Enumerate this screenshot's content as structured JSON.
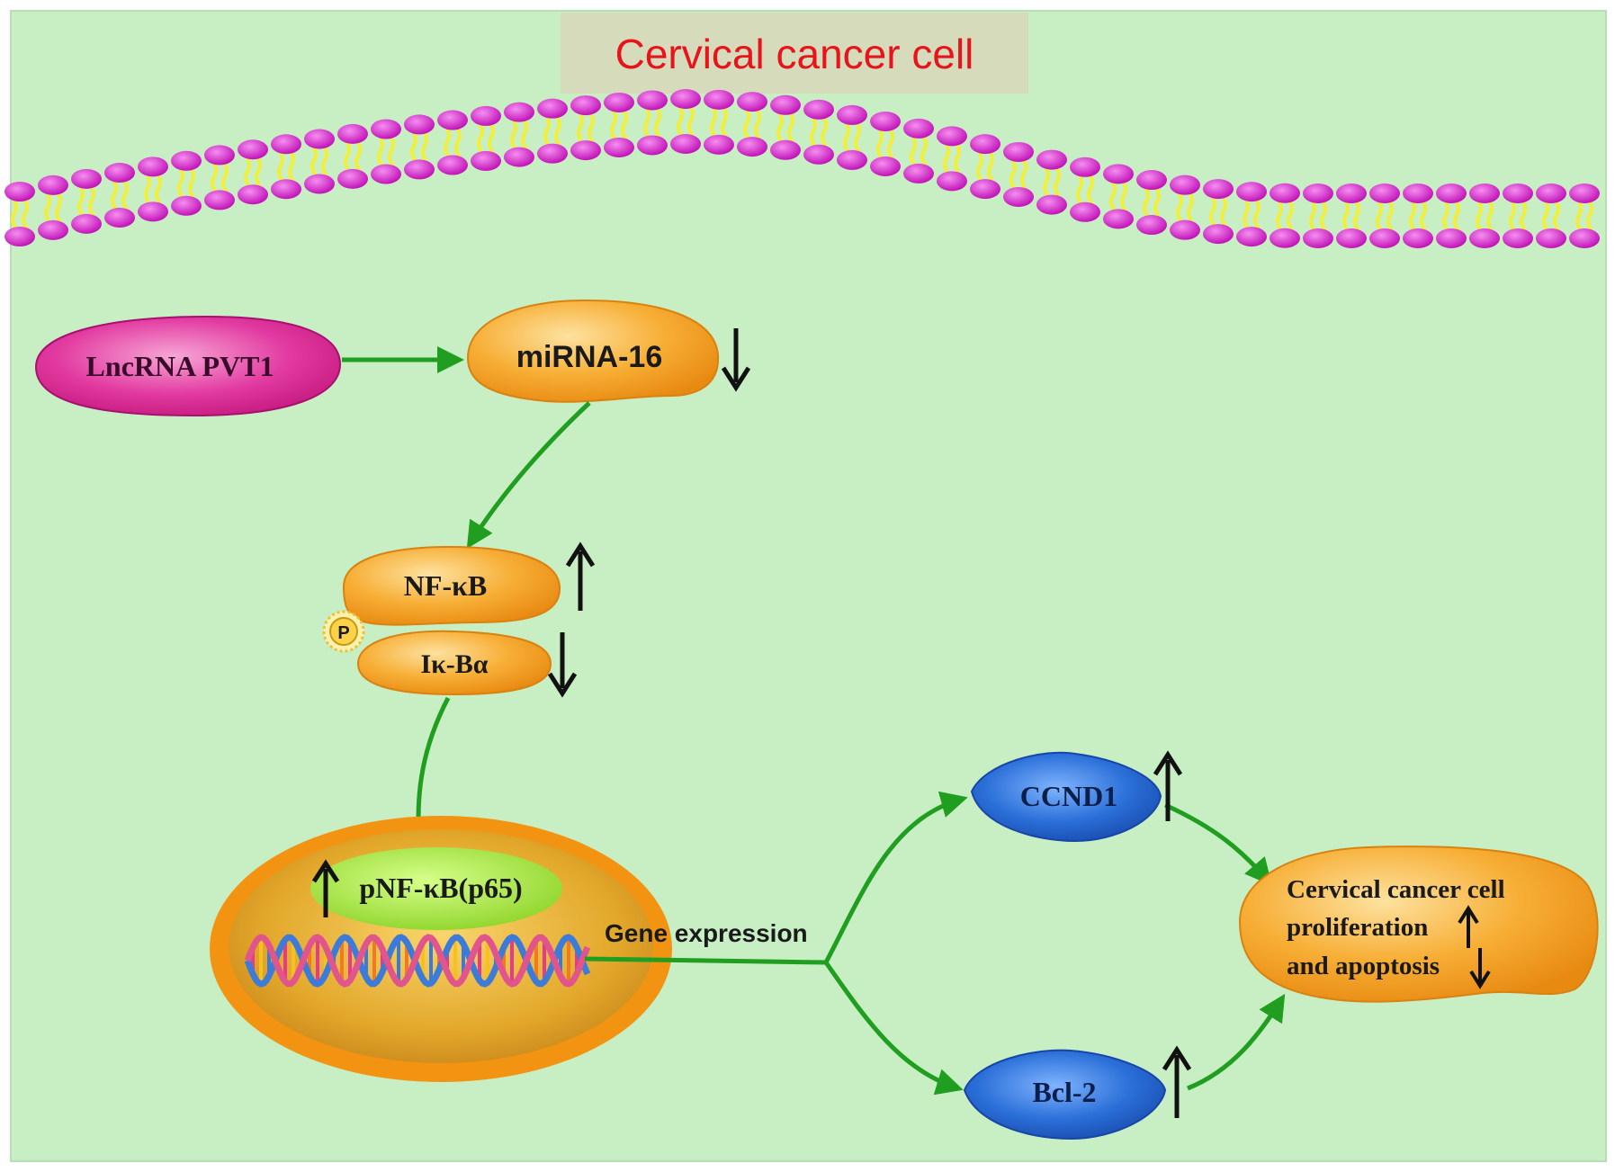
{
  "title": "Cervical cancer cell",
  "nodes": {
    "lncrna": "LncRNA PVT1",
    "mirna": "miRNA-16",
    "nfkb": "NF-κB",
    "ikba": "Iκ-Bα",
    "phospho": "P",
    "pnfkb": "pNF-κB(p65)",
    "gene_expression": "Gene expression",
    "ccnd1": "CCND1",
    "bcl2": "Bcl-2",
    "outcome_line1": "Cervical cancer cell",
    "outcome_line2": "proliferation",
    "outcome_line3": "and apoptosis"
  },
  "regulation": {
    "mirna": "down",
    "nfkb": "up",
    "ikba": "down",
    "pnfkb": "up",
    "ccnd1": "up",
    "bcl2": "up",
    "proliferation": "up",
    "apoptosis": "down"
  },
  "colors": {
    "background": "#c8eec4",
    "title_box": "#d6dcbb",
    "title_text": "#e8141c",
    "arrow_green": "#1f9e1f",
    "membrane_head": "#d21fc8",
    "membrane_tail": "#f2ef3c",
    "orange_node": "#f7a92a",
    "pink_node": "#e23aa0",
    "blue_node": "#2a6fd8",
    "nucleus_ring": "#f29412",
    "nucleus_inner": "#e9b23a",
    "pnfkb_green": "#a8e83c"
  }
}
